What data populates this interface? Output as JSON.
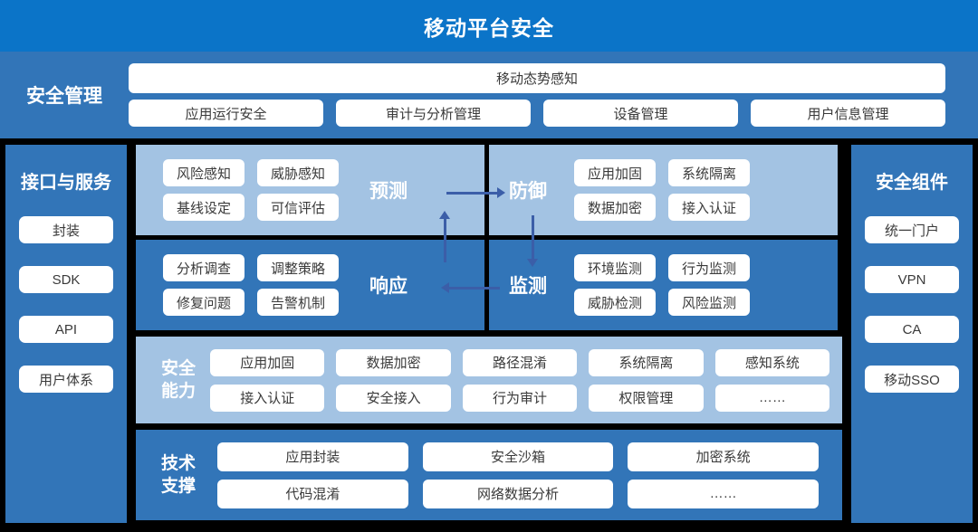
{
  "header": {
    "title": "移动平台安全"
  },
  "management": {
    "label": "安全管理",
    "wide_item": "移动态势感知",
    "items": [
      "应用运行安全",
      "审计与分析管理",
      "设备管理",
      "用户信息管理"
    ]
  },
  "left_column": {
    "title": "接口与服务",
    "items": [
      "封装",
      "SDK",
      "API",
      "用户体系"
    ]
  },
  "right_column": {
    "title": "安全组件",
    "items": [
      "统一门户",
      "VPN",
      "CA",
      "移动SSO"
    ]
  },
  "quadrants": [
    {
      "name": "预测",
      "position": "top-left",
      "items": [
        "风险感知",
        "威胁感知",
        "基线设定",
        "可信评估"
      ]
    },
    {
      "name": "防御",
      "position": "top-right",
      "items": [
        "应用加固",
        "系统隔离",
        "数据加密",
        "接入认证"
      ]
    },
    {
      "name": "响应",
      "position": "bottom-left",
      "items": [
        "分析调查",
        "调整策略",
        "修复问题",
        "告警机制"
      ]
    },
    {
      "name": "监测",
      "position": "bottom-right",
      "items": [
        "环境监测",
        "行为监测",
        "威胁检测",
        "风险监测"
      ]
    }
  ],
  "cycle_arrows": [
    "预测→防御",
    "防御→监测",
    "监测→响应",
    "响应→预测"
  ],
  "capability": {
    "label_line1": "安全",
    "label_line2": "能力",
    "row1": [
      "应用加固",
      "数据加密",
      "路径混淆",
      "系统隔离",
      "感知系统"
    ],
    "row2": [
      "接入认证",
      "安全接入",
      "行为审计",
      "权限管理",
      "……"
    ]
  },
  "tech_support": {
    "label_line1": "技术",
    "label_line2": "支撑",
    "row1": [
      "应用封装",
      "安全沙箱",
      "加密系统"
    ],
    "row2": [
      "代码混淆",
      "网络数据分析",
      "……"
    ]
  },
  "colors": {
    "header_blue": "#0b74c8",
    "band_blue": "#3275b8",
    "light_blue": "#a3c3e3",
    "pill_white": "#ffffff",
    "arrow_blue": "#3b5ea8",
    "divider_black": "#000000"
  }
}
